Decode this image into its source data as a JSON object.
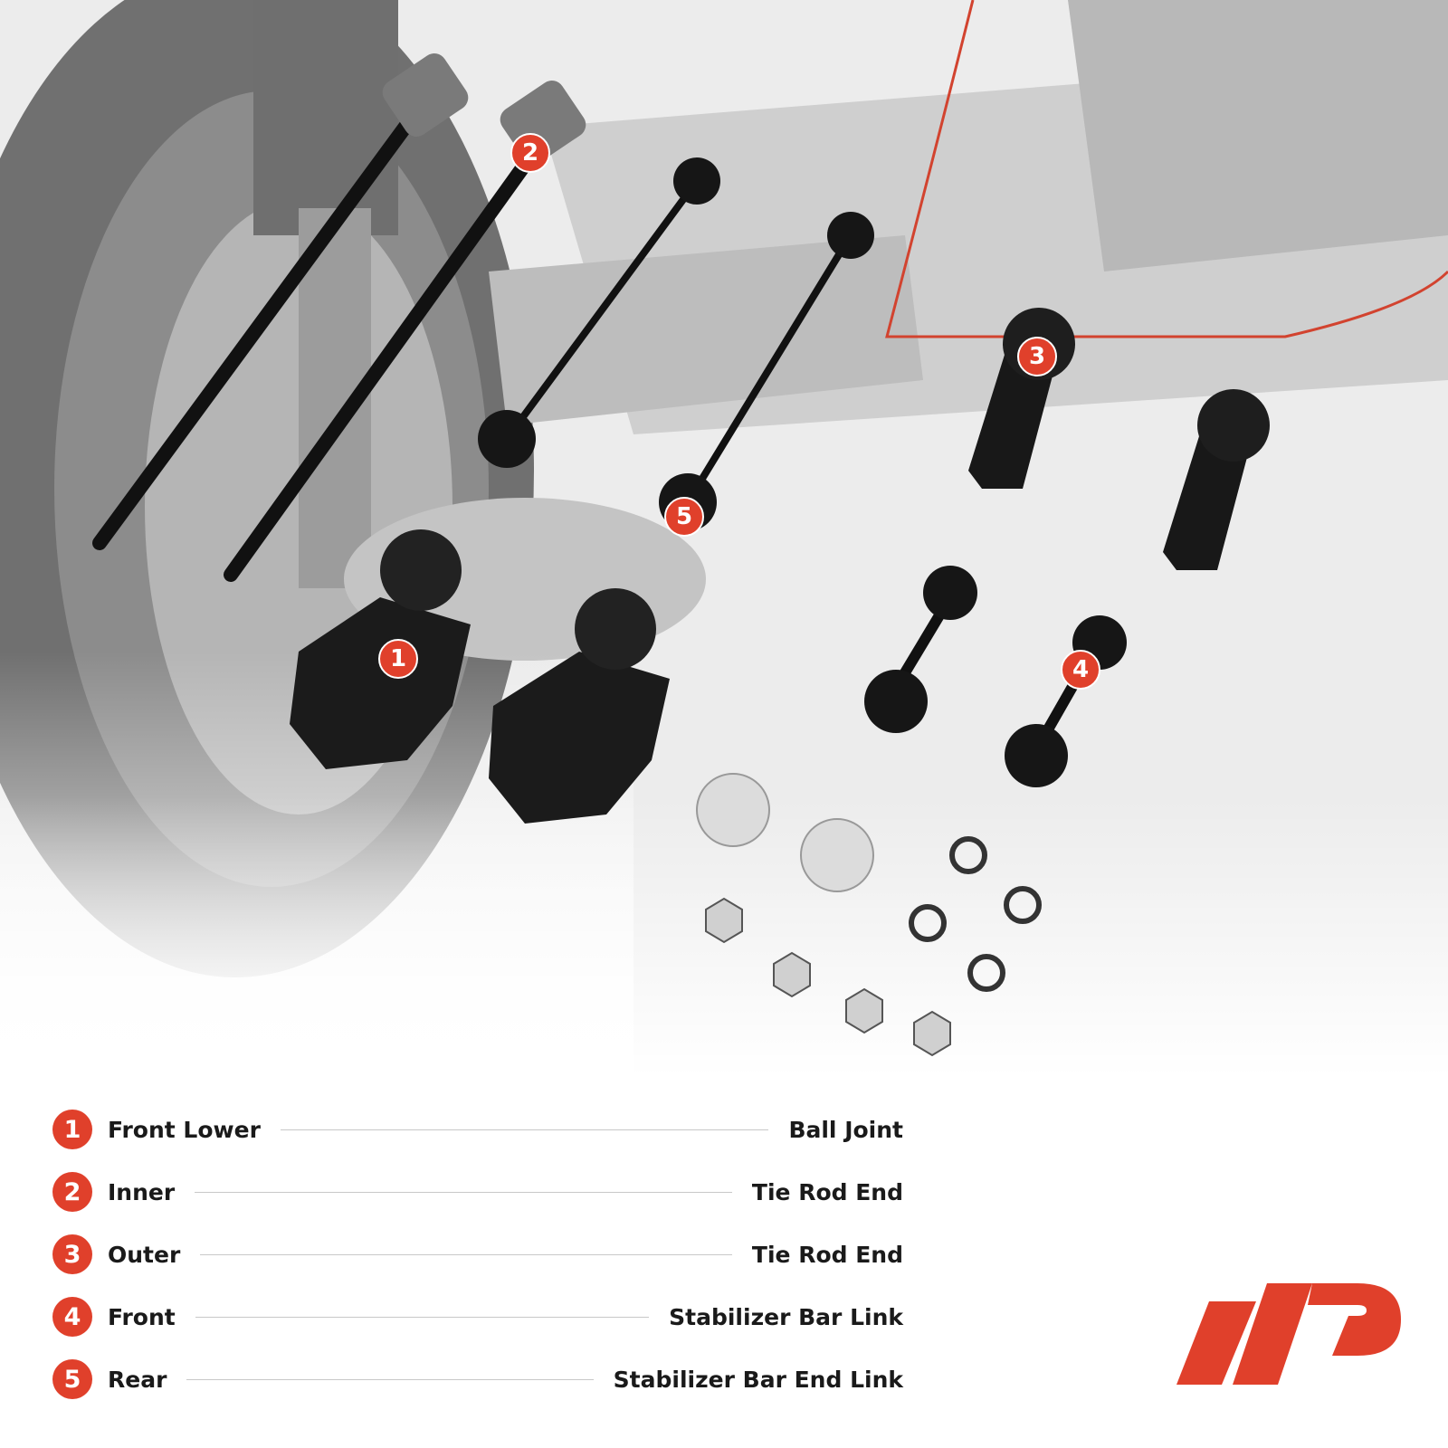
{
  "brand": {
    "accent": "#e0402b",
    "logo_name": "a-premium-logo"
  },
  "parts": [
    {
      "num": "1",
      "left": "Front Lower",
      "right": "Ball Joint"
    },
    {
      "num": "2",
      "left": "Inner",
      "right": "Tie Rod End"
    },
    {
      "num": "3",
      "left": "Outer",
      "right": "Tie Rod End"
    },
    {
      "num": "4",
      "left": "Front",
      "right": "Stabilizer Bar Link"
    },
    {
      "num": "5",
      "left": "Rear",
      "right": "Stabilizer Bar End Link"
    }
  ],
  "image_labels": [
    "1",
    "2",
    "3",
    "4",
    "5"
  ]
}
